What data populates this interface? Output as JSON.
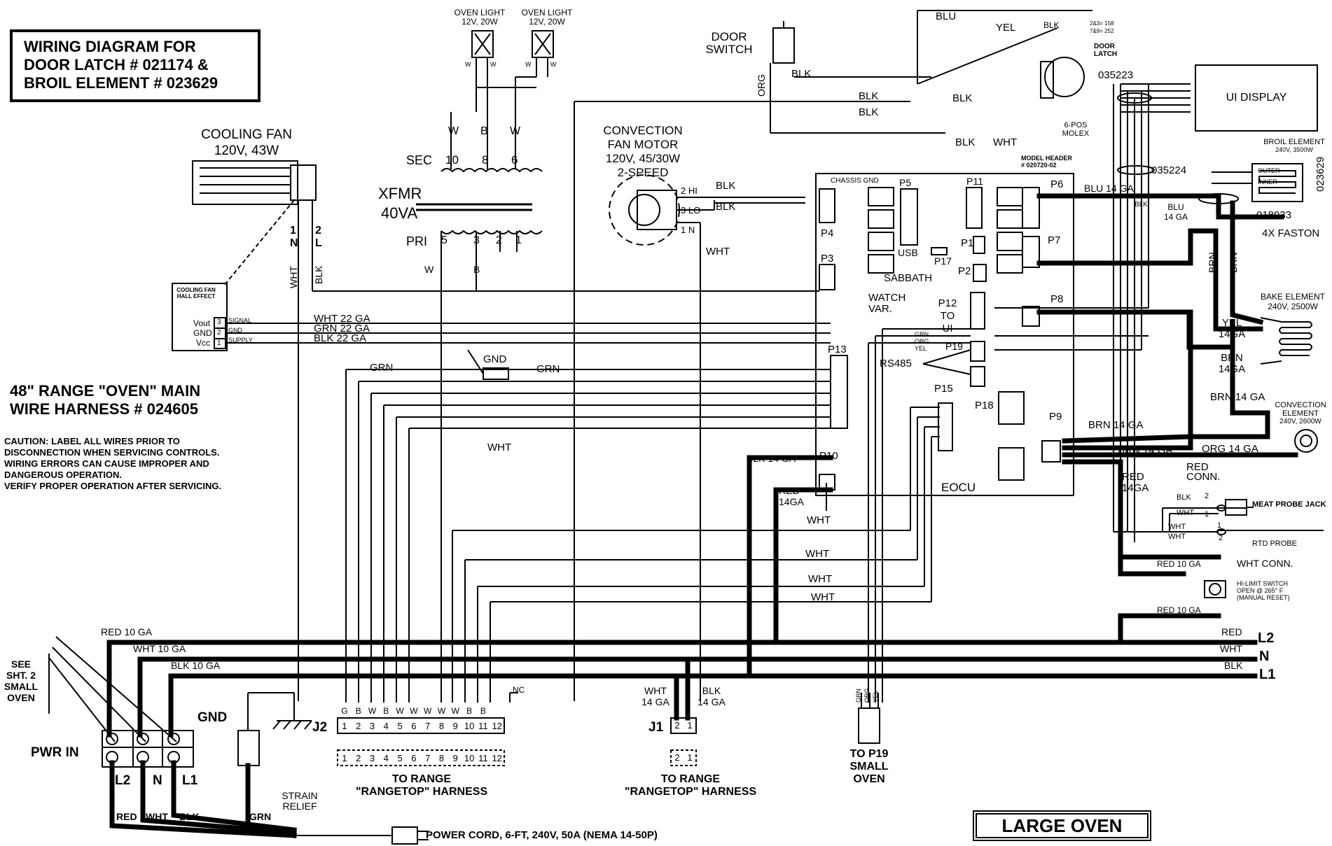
{
  "title": {
    "line1": "WIRING DIAGRAM FOR",
    "line2": "DOOR LATCH # 021174 &",
    "line3": "BROIL ELEMENT # 023629"
  },
  "left": {
    "cooling_fan": {
      "name": "COOLING FAN",
      "rating": "120V, 43W",
      "pin1": "1",
      "pin_n": "N",
      "pin2": "2",
      "pin_l": "L",
      "wire_wht": "WHT",
      "wire_blk": "BLK"
    },
    "hall": {
      "name": "COOLING FAN HALL EFFECT",
      "vout": "Vout",
      "gnd": "GND",
      "vcc": "Vcc",
      "pin3": "3",
      "pin2": "2",
      "pin1": "1",
      "signal": "SIGNAL",
      "gnd_term": "GND",
      "supply": "SUPPLY",
      "w1": "WHT 22 GA",
      "w2": "GRN 22 GA",
      "w3": "BLK 22 GA"
    }
  },
  "harness": {
    "line1": "48\" RANGE \"OVEN\" MAIN",
    "line2": "WIRE HARNESS # 024605"
  },
  "caution": [
    "CAUTION: LABEL ALL WIRES PRIOR TO",
    "DISCONNECTION WHEN SERVICING CONTROLS.",
    "WIRING ERRORS CAN CAUSE IMPROPER AND",
    "DANGEROUS OPERATION.",
    "VERIFY PROPER OPERATION AFTER SERVICING."
  ],
  "labels": {
    "grn_left": "GRN",
    "gnd_res": "GND",
    "grn_right": "GRN",
    "wht_mid": "WHT"
  },
  "xfmr": {
    "light1": "OVEN LIGHT",
    "light1_rating": "12V, 20W",
    "light2": "OVEN LIGHT",
    "light2_rating": "12V, 20W",
    "w": "W",
    "b": "B",
    "sec": "SEC",
    "tap10": "10",
    "tap8": "8",
    "tap6": "6",
    "name": "XFMR",
    "rating": "40VA",
    "pri": "PRI",
    "tap5": "5",
    "tap3": "3",
    "tap2": "2",
    "tap1": "1"
  },
  "conv_fan": {
    "line1": "CONVECTION",
    "line2": "FAN MOTOR",
    "rating": "120V, 45/30W",
    "speed": "2-SPEED",
    "hi": "2 HI",
    "lo": "3 LO",
    "n": "1 N",
    "blk": "BLK",
    "wht": "WHT"
  },
  "door": {
    "switch": "DOOR",
    "switch_type": "SWITCH",
    "org": "ORG",
    "blk": "BLK",
    "wht": "WHT",
    "blu": "BLU",
    "yel": "YEL",
    "note1": "2&3= 158",
    "note2": "7&9= 252",
    "latch": "DOOR",
    "latch_part": "LATCH"
  },
  "ui": {
    "display": "UI DISPLAY",
    "p035223": "035223",
    "molex1": "6-POS",
    "molex2": "MOLEX",
    "p035224": "035224"
  },
  "board": {
    "chassis": "CHASSIS GND",
    "p5": "P5",
    "p11": "P11",
    "model_header": "MODEL HEADER",
    "model_part": "# 020720-02",
    "p6": "P6",
    "p4": "P4",
    "p3": "P3",
    "usb": "USB",
    "p17": "P17",
    "p1": "P1",
    "sabbath": "SABBATH",
    "p2": "P2",
    "p7": "P7",
    "watch": "WATCH",
    "watch_var": "VAR.",
    "p12": "P12",
    "p12_to": "TO",
    "p12_ui": "UI",
    "p8": "P8",
    "grn": "GRN",
    "org": "ORG",
    "yel": "YEL",
    "p19": "P19",
    "rs485": "RS485",
    "p13": "P13",
    "p15": "P15",
    "p18": "P18",
    "p9": "P9",
    "p10": "P10",
    "eocu": "EOCU",
    "blk14": "BLK 14 GA",
    "red": "RED",
    "ga14": "14GA",
    "wht": "WHT"
  },
  "right": {
    "broil": "BROIL ELEMENT",
    "broil_rating": "240V, 3500W",
    "broil_part": "023629",
    "outer": "OUTER",
    "inner": "INNER",
    "blu14": "BLU 14 GA",
    "blk": "BLK",
    "blu": "BLU",
    "ga14": "14 GA",
    "p018933": "018933",
    "faston": "4X FASTON",
    "brn": "BRN",
    "bake": "BAKE ELEMENT",
    "bake_rating": "240V, 2500W",
    "yel": "YEL",
    "ga14b": "14GA",
    "brn14": "BRN 14 GA",
    "conv1": "CONVECTION",
    "conv2": "ELEMENT",
    "conv_rating": "240V, 2600W",
    "org14": "ORG 14 GA",
    "red": "RED",
    "conn": "CONN.",
    "pin1": "1",
    "pin2": "2",
    "wht": "WHT",
    "meat_probe": "MEAT PROBE JACK",
    "rtd": "RTD PROBE",
    "red10": "RED 10 GA",
    "wht_conn": "WHT CONN.",
    "hl1": "HI-LIMIT SWITCH",
    "hl2": "OPEN @ 265° F",
    "hl3": "(MANUAL RESET)"
  },
  "bus": {
    "red10": "RED 10 GA",
    "wht10": "WHT 10 GA",
    "blk10": "BLK 10 GA",
    "red": "RED",
    "wht": "WHT",
    "blk": "BLK",
    "l2": "L2",
    "n": "N",
    "l1": "L1"
  },
  "bottom": {
    "see": [
      "SEE",
      "SHT. 2",
      "SMALL",
      "OVEN"
    ],
    "gnd": "GND",
    "pwr_in": "PWR IN",
    "l2": "L2",
    "n": "N",
    "l1": "L1",
    "red": "RED",
    "wht": "WHT",
    "blk": "BLK",
    "grn": "GRN",
    "strain": "STRAIN",
    "relief": "RELIEF",
    "power_cord": "POWER CORD, 6-FT, 240V, 50A (NEMA 14-50P)"
  },
  "j2": {
    "label": "J2",
    "nc": "NC",
    "wire_colors": [
      "G",
      "B",
      "W",
      "B",
      "W",
      "W",
      "W",
      "W",
      "W",
      "B",
      "B",
      ""
    ],
    "pins": [
      "1",
      "2",
      "3",
      "4",
      "5",
      "6",
      "7",
      "8",
      "9",
      "10",
      "11",
      "12"
    ],
    "to_range": "TO RANGE",
    "harness": "\"RANGETOP\" HARNESS"
  },
  "j1": {
    "label": "J1",
    "wht": "WHT",
    "blk": "BLK",
    "ga14": "14 GA",
    "pin2": "2",
    "pin1": "1",
    "to_range": "TO RANGE",
    "harness": "\"RANGETOP\" HARNESS"
  },
  "p19": {
    "grn": "GRN",
    "org": "ORG",
    "yel": "YEL",
    "line1": "TO P19",
    "line2": "SMALL",
    "line3": "OVEN"
  },
  "footer": {
    "large_oven": "LARGE OVEN"
  }
}
